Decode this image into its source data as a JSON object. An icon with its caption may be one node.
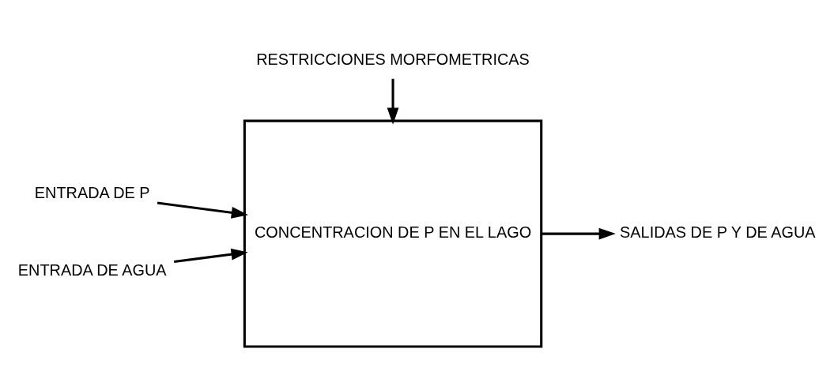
{
  "diagram": {
    "nodes": [
      {
        "text": [
          "ENTRADA DE P"
        ]
      },
      {
        "text": [
          "ENTRADA DE AGUA"
        ]
      },
      {
        "text": [
          "CONCENTRACION DE P EN EL LAGO"
        ]
      },
      {
        "text": [
          "SALIDAS DE P Y DE AGUA"
        ]
      },
      {
        "text": [
          "RESTRICCIONES MORFOMETRICAS"
        ]
      }
    ],
    "edges": [
      {
        "from": 0,
        "to": 2,
        "arrow": "to"
      },
      {
        "from": 1,
        "to": 2,
        "arrow": "to"
      },
      {
        "from": 2,
        "to": 3,
        "arrow": "to"
      },
      {
        "from": 4,
        "to": 2,
        "arrow": "to"
      }
    ]
  }
}
